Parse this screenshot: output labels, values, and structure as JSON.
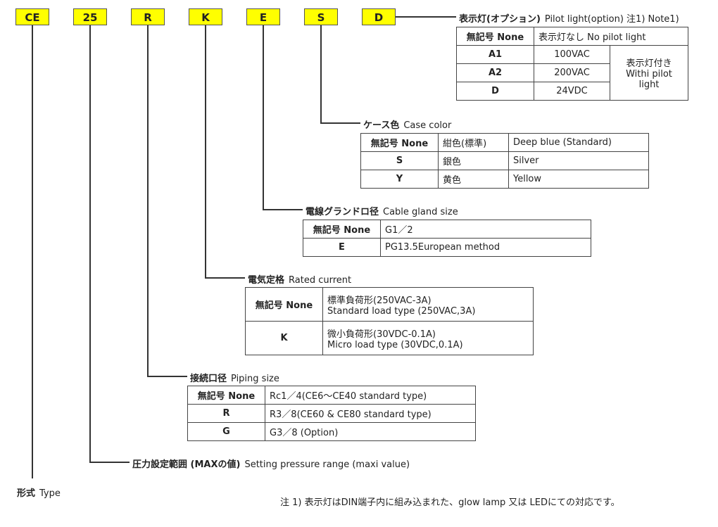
{
  "codes": [
    "CE",
    "25",
    "R",
    "K",
    "E",
    "S",
    "D"
  ],
  "pilot": {
    "title_jp": "表示灯(オプション)",
    "title_en": "Pilot light(option) 注1) Note1)",
    "rows": [
      {
        "key": "無記号 None",
        "val": "表示灯なし  No pilot light"
      },
      {
        "key": "A1",
        "val": "100VAC"
      },
      {
        "key": "A2",
        "val": "200VAC"
      },
      {
        "key": "D",
        "val": "24VDC"
      }
    ],
    "merged_line1": "表示灯付き",
    "merged_line2": "Withi pilot light"
  },
  "case_color": {
    "title_jp": "ケース色",
    "title_en": "Case color",
    "rows": [
      {
        "key": "無記号 None",
        "jp": "紺色(標準)",
        "en": "Deep blue (Standard)"
      },
      {
        "key": "S",
        "jp": "銀色",
        "en": "Silver"
      },
      {
        "key": "Y",
        "jp": "黄色",
        "en": "Yellow"
      }
    ]
  },
  "gland": {
    "title_jp": "電線グランドロ径",
    "title_en": "Cable gland size",
    "rows": [
      {
        "key": "無記号 None",
        "val": "G1／2"
      },
      {
        "key": "E",
        "val": "PG13.5European method"
      }
    ]
  },
  "current": {
    "title_jp": "電気定格",
    "title_en": "Rated current",
    "rows": [
      {
        "key": "無記号 None",
        "line1": "標準負荷形(250VAC-3A)",
        "line2": "Standard load type (250VAC,3A)"
      },
      {
        "key": "K",
        "line1": "微小負荷形(30VDC-0.1A)",
        "line2": "Micro load type (30VDC,0.1A)"
      }
    ]
  },
  "piping": {
    "title_jp": "接続口径",
    "title_en": "Piping size",
    "rows": [
      {
        "key": "無記号 None",
        "val": "Rc1／4(CE6～CE40 standard type)"
      },
      {
        "key": "R",
        "val": "R3／8(CE60 & CE80 standard type)"
      },
      {
        "key": "G",
        "val": "G3／8 (Option)"
      }
    ]
  },
  "pressure": {
    "title_jp": "圧力設定範囲 (MAXの値)",
    "title_en": "Setting pressure range (maxi value)"
  },
  "type": {
    "title_jp": "形式",
    "title_en": "Type"
  },
  "note": "注  1)  表示灯はDIN端子内に組み込まれた、glow  lamp  又は  LEDにての対応です。"
}
